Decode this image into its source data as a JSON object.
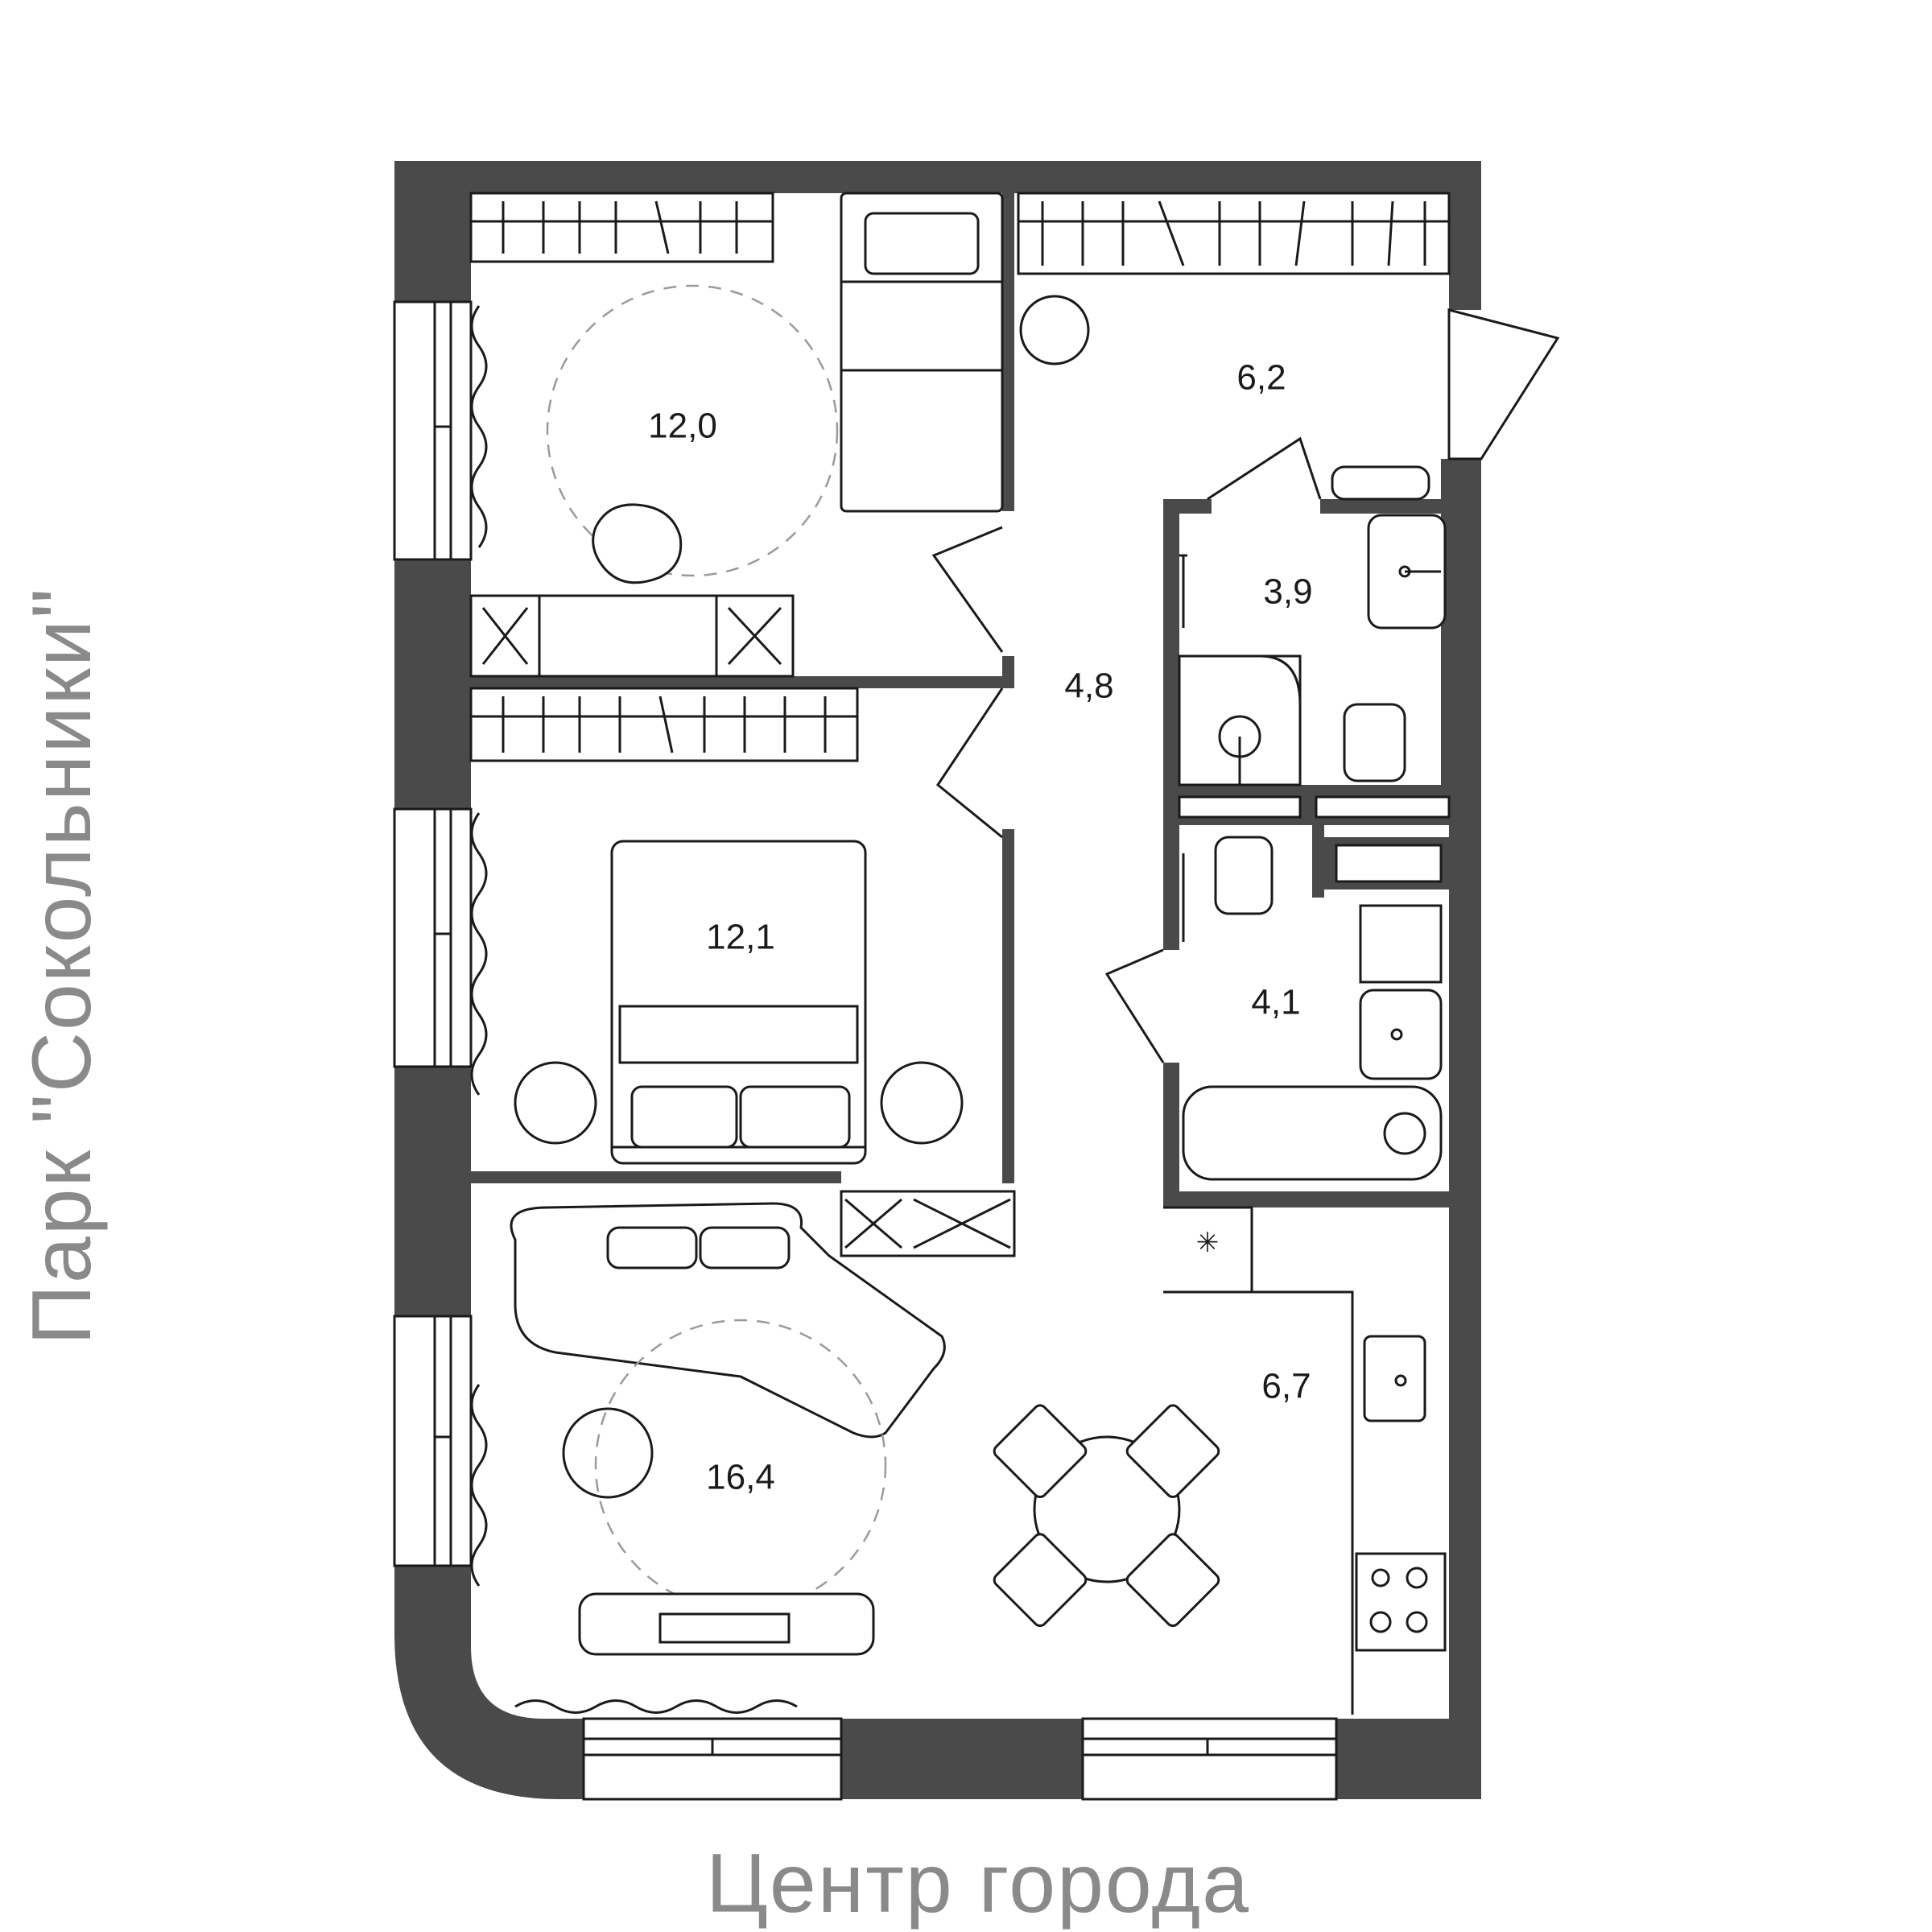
{
  "plan": {
    "rooms": [
      {
        "id": "bedroom-small",
        "area": "12,0"
      },
      {
        "id": "hallway-entry",
        "area": "6,2"
      },
      {
        "id": "bathroom-upper",
        "area": "3,9"
      },
      {
        "id": "corridor",
        "area": "4,8"
      },
      {
        "id": "bedroom-master",
        "area": "12,1"
      },
      {
        "id": "bathroom-lower",
        "area": "4,1"
      },
      {
        "id": "kitchen",
        "area": "6,7"
      },
      {
        "id": "living-room",
        "area": "16,4"
      }
    ],
    "orientation": {
      "left": "Парк \"Сокольники\"",
      "bottom": "Центр города"
    },
    "colors": {
      "wall": "#4a4a4a",
      "line": "#1a1a1a",
      "label_gray": "#8a8a8a"
    }
  }
}
